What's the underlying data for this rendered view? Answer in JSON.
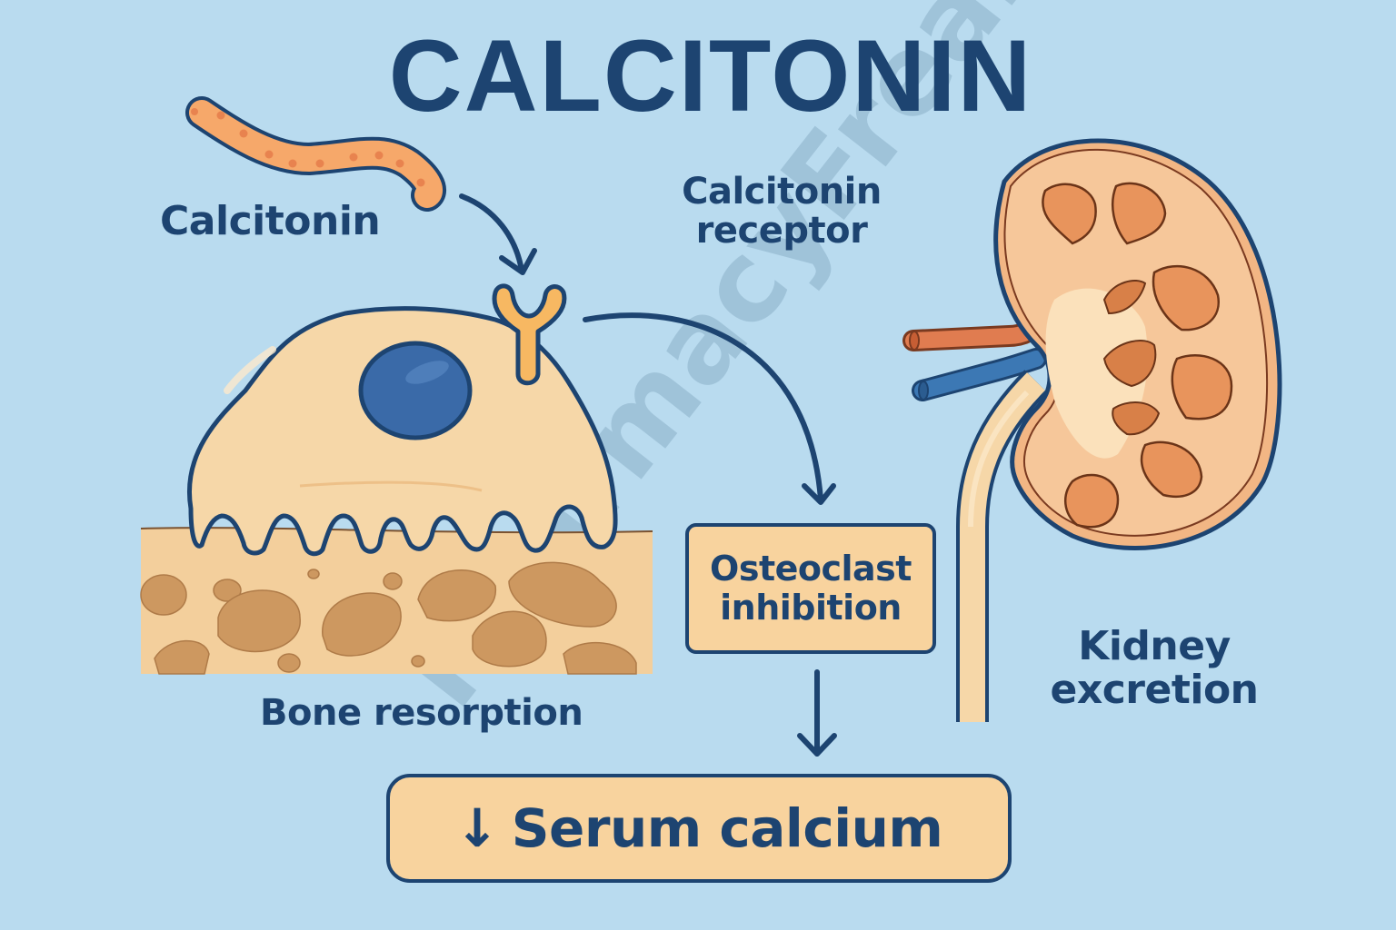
{
  "title": "CALCITONIN",
  "labels": {
    "calcitonin": "Calcitonin",
    "receptor": "Calcitonin receptor",
    "bone_resorption": "Bone resorption",
    "kidney_excretion": "Kidney excretion"
  },
  "boxes": {
    "osteoclast_inhibition": "Osteoclast inhibition",
    "serum_calcium_arrow": "↓",
    "serum_calcium": "Serum calcium"
  },
  "watermark": "PharmacyFreak",
  "icons": {
    "hormone": "calcitonin-peptide-icon",
    "receptor": "y-receptor-icon",
    "cell": "osteoclast-cell-icon",
    "bone": "bone-tissue-icon",
    "kidney": "kidney-icon"
  },
  "colors": {
    "background": "#b9dbef",
    "primary_text": "#1d4471",
    "box_fill": "#f8d39e",
    "hormone_fill": "#f6a86a",
    "cell_fill": "#f6d7a8",
    "nucleus": "#3a6aa8",
    "bone_fill": "#f3cf9c",
    "bone_pores": "#c9935a",
    "kidney_fill": "#f2b684",
    "artery": "#e07c50",
    "vein": "#3c78b4"
  }
}
